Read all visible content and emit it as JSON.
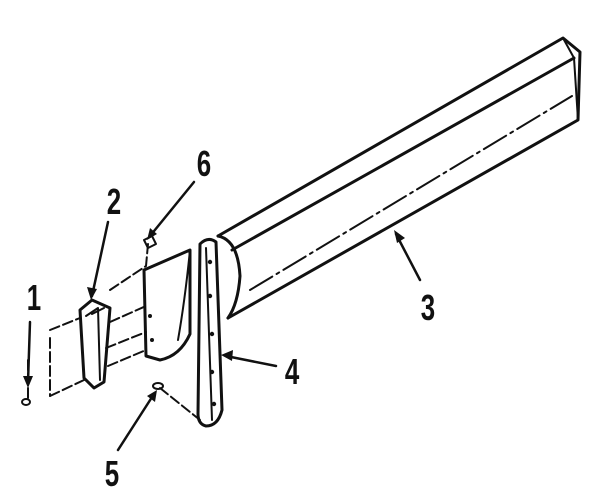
{
  "callouts": {
    "c1": "1",
    "c2": "2",
    "c3": "3",
    "c4": "4",
    "c5": "5",
    "c6": "6"
  },
  "colors": {
    "ink": "#111111",
    "paper": "#ffffff"
  }
}
